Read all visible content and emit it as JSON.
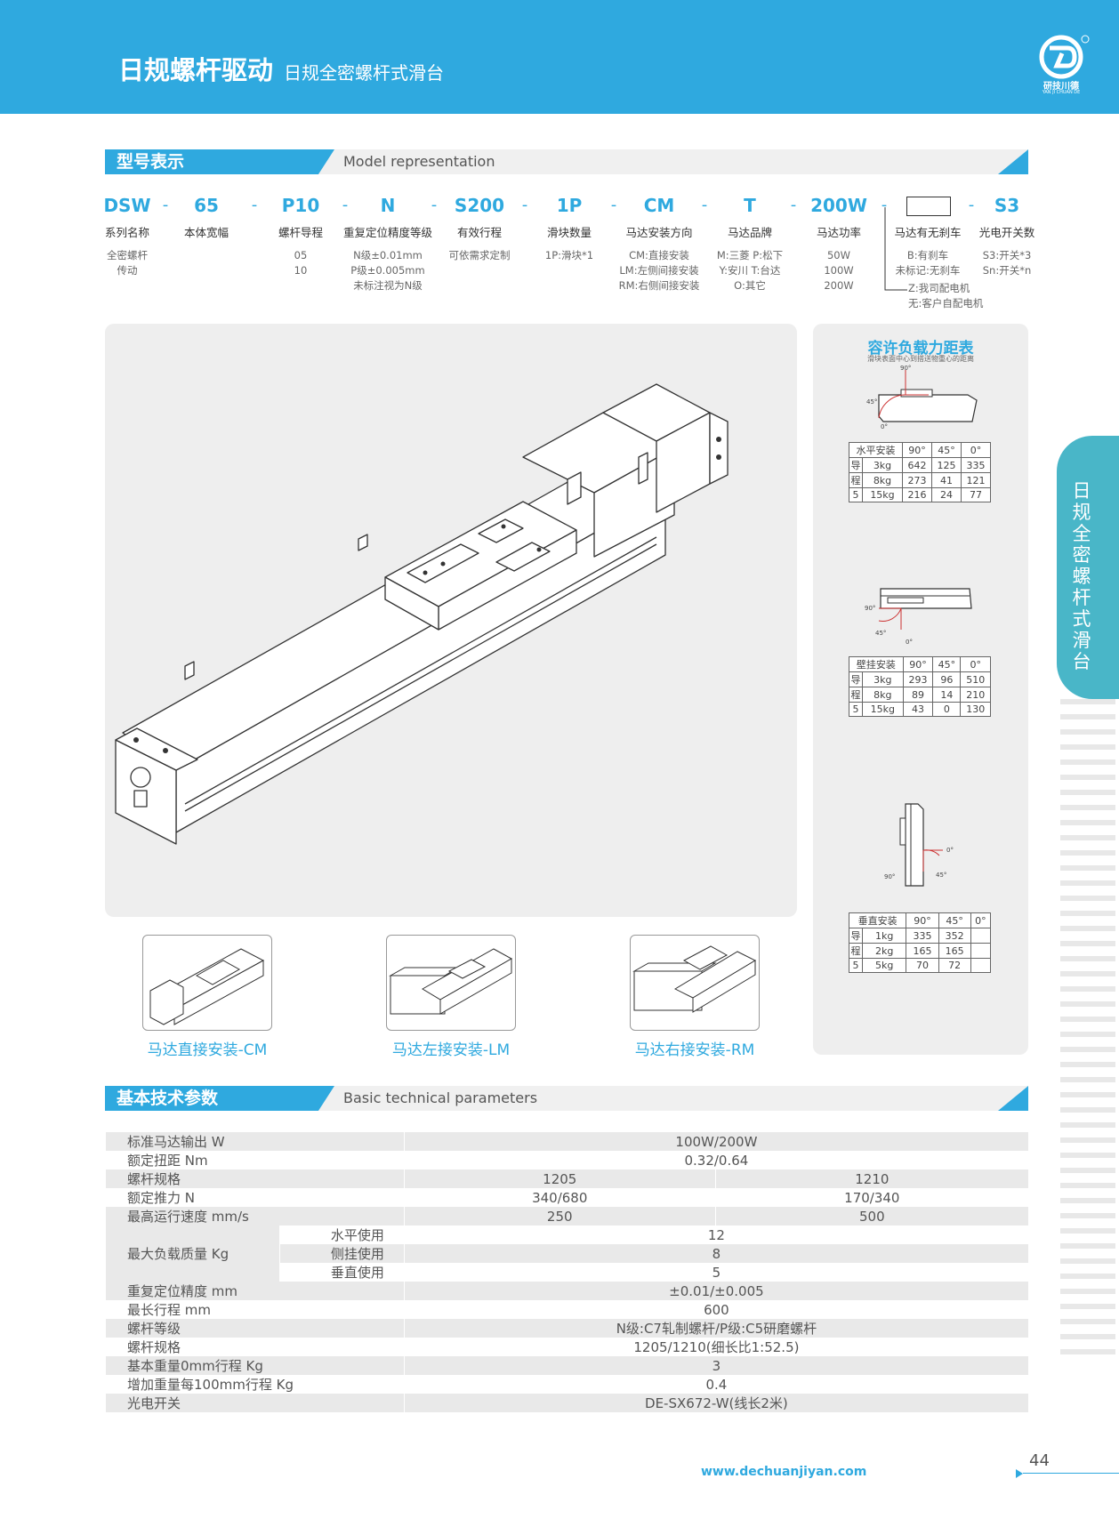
{
  "header": {
    "title": "日规螺杆驱动",
    "subtitle": "日规全密螺杆式滑台",
    "logo_text": "研技川德",
    "logo_small": "YAN JI CHUAN DE"
  },
  "model_section": {
    "title": "型号表示",
    "subtitle": "Model representation"
  },
  "model": {
    "codes": [
      "DSW",
      "65",
      "P10",
      "N",
      "S200",
      "1P",
      "CM",
      "T",
      "200W",
      "",
      "S3"
    ],
    "labels": [
      "系列名称",
      "本体宽幅",
      "螺杆导程",
      "重复定位精度等级",
      "有效行程",
      "滑块数量",
      "马达安装方向",
      "马达品牌",
      "马达功率",
      "马达有无刹车",
      "光电开关数"
    ],
    "desc": [
      [
        "全密螺杆",
        "传动"
      ],
      [],
      [
        "05",
        "10"
      ],
      [
        "N级±0.01mm",
        "P级±0.005mm",
        "未标注视为N级"
      ],
      [
        "可依需求定制"
      ],
      [
        "1P:滑块*1"
      ],
      [
        "CM:直接安装",
        "LM:左侧间接安装",
        "RM:右侧间接安装"
      ],
      [
        "M:三菱 P:松下",
        "Y:安川 T:台达",
        "O:其它"
      ],
      [
        "50W",
        "100W",
        "200W"
      ],
      [
        "B:有刹车",
        "未标记:无刹车"
      ],
      [
        "S3:开关*3",
        "Sn:开关*n"
      ]
    ],
    "motor_note": [
      "Z:我司配电机",
      "无:客户自配电机"
    ]
  },
  "mount_options": [
    {
      "caption": "马达直接安装-CM"
    },
    {
      "caption": "马达左接安装-LM"
    },
    {
      "caption": "马达右接安装-RM"
    }
  ],
  "load_tables": {
    "title": "容许负载力距表",
    "note": "滑块表面中心到搭送物重心的距离",
    "angles": [
      "90°",
      "45°",
      "0°"
    ],
    "side_label": [
      "导",
      "程",
      "5"
    ],
    "horizontal": {
      "name": "水平安装",
      "rows": [
        [
          "3kg",
          "642",
          "125",
          "335"
        ],
        [
          "8kg",
          "273",
          "41",
          "121"
        ],
        [
          "15kg",
          "216",
          "24",
          "77"
        ]
      ]
    },
    "wall": {
      "name": "壁挂安装",
      "rows": [
        [
          "3kg",
          "293",
          "96",
          "510"
        ],
        [
          "8kg",
          "89",
          "14",
          "210"
        ],
        [
          "15kg",
          "43",
          "0",
          "130"
        ]
      ]
    },
    "vertical": {
      "name": "垂直安装",
      "rows": [
        [
          "1kg",
          "335",
          "352",
          ""
        ],
        [
          "2kg",
          "165",
          "165",
          ""
        ],
        [
          "5kg",
          "70",
          "72",
          ""
        ]
      ]
    }
  },
  "side_tab": "日规全密螺杆式滑台",
  "spec_section": {
    "title": "基本技术参数",
    "subtitle": "Basic technical parameters"
  },
  "specs": {
    "motor_output": {
      "label": "标准马达输出 W",
      "value": "100W/200W"
    },
    "rated_torque": {
      "label": "额定扭距 Nm",
      "value": "0.32/0.64"
    },
    "screw_spec": {
      "label": "螺杆规格",
      "v1": "1205",
      "v2": "1210"
    },
    "rated_thrust": {
      "label": "额定推力 N",
      "v1": "340/680",
      "v2": "170/340"
    },
    "max_speed": {
      "label": "最高运行速度 mm/s",
      "v1": "250",
      "v2": "500"
    },
    "max_load": {
      "label": "最大负载质量 Kg",
      "rows": [
        {
          "sub": "水平使用",
          "value": "12"
        },
        {
          "sub": "侧挂使用",
          "value": "8"
        },
        {
          "sub": "垂直使用",
          "value": "5"
        }
      ]
    },
    "repeat_precision": {
      "label": "重复定位精度 mm",
      "value": "±0.01/±0.005"
    },
    "max_stroke": {
      "label": "最长行程 mm",
      "value": "600"
    },
    "screw_grade": {
      "label": "螺杆等级",
      "value": "N级:C7轧制螺杆/P级:C5研磨螺杆"
    },
    "screw_spec2": {
      "label": "螺杆规格",
      "value": "1205/1210(细长比1:52.5)"
    },
    "base_weight": {
      "label": "基本重量0mm行程 Kg",
      "value": "3"
    },
    "add_weight": {
      "label": "增加重量每100mm行程 Kg",
      "value": "0.4"
    },
    "photo_switch": {
      "label": "光电开关",
      "value": "DE-SX672-W(线长2米)"
    }
  },
  "footer": {
    "url": "www.dechuanjiyan.com",
    "page": "44"
  },
  "colors": {
    "primary": "#2fa9df",
    "side_tab": "#49b6c8",
    "row_gray": "#e9e9e9"
  }
}
